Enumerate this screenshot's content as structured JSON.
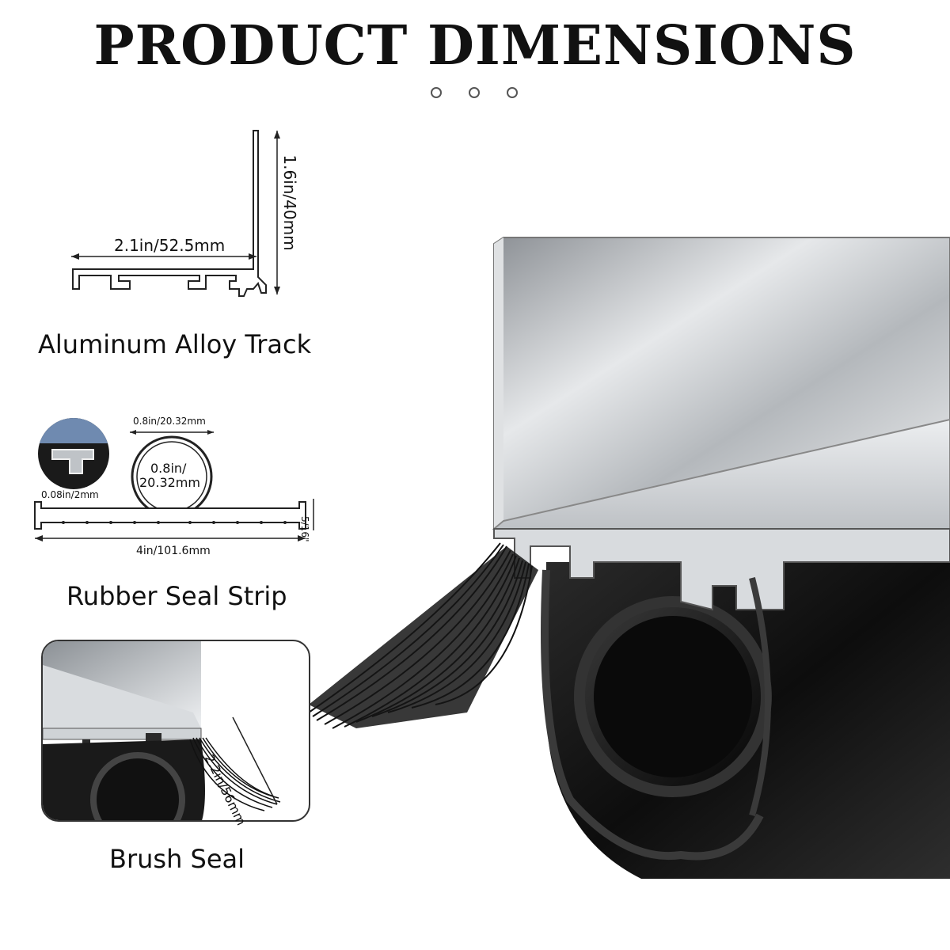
{
  "header": {
    "title": "PRODUCT DIMENSIONS"
  },
  "aluminum_track": {
    "label": "Aluminum Alloy Track",
    "width_dim": "2.1in/52.5mm",
    "height_dim": "1.6in/40mm"
  },
  "rubber_seal": {
    "label": "Rubber Seal Strip",
    "tube_width_dim": "0.8in/20.32mm",
    "tube_inner_dim_line1": "0.8in/",
    "tube_inner_dim_line2": "20.32mm",
    "thickness_dim": "0.08in/2mm",
    "height_dim": "5/16\"",
    "length_dim": "4in/101.6mm"
  },
  "brush_seal": {
    "label": "Brush Seal",
    "length_dim": "2.2in/56mm"
  },
  "colors": {
    "aluminum": "#c9cdd1",
    "rubber": "#1b1b1b",
    "outline": "#222222"
  }
}
